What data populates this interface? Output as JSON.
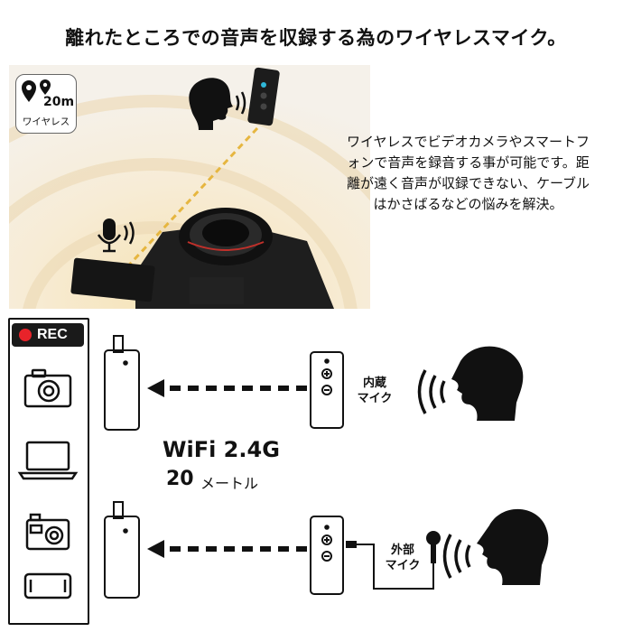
{
  "headline": "離れたところでの音声を収録する為のワイヤレスマイク。",
  "range_badge": {
    "distance": "20m",
    "label": "ワイヤレス"
  },
  "description": "ワイヤレスでビデオカメラやスマートフォンで音声を録音する事が可能です。距離が遠く音声が収録できない、ケーブルはかさばるなどの悩みを解決。",
  "description_lines": [
    "ワイヤレスでビデオカメラやスマートフ",
    "ォンで音声を録音する事が可能です。距",
    "離が遠く音声が収録できない、ケーブル",
    "はかさばるなどの悩みを解決。"
  ],
  "rec_badge": "REC",
  "devices": [
    "camera-icon",
    "laptop-icon",
    "action-camera-icon",
    "smartphone-icon"
  ],
  "connection": {
    "protocol": "WiFi 2.4G",
    "range_value": "20",
    "range_unit": "メートル"
  },
  "microphones": {
    "builtin": "内蔵\nマイク",
    "external": "外部\nマイク"
  },
  "colors": {
    "rec_dot": "#e8232a",
    "rec_bg": "#1a1a1a",
    "glow": "#f2d79a",
    "dark": "#111111"
  }
}
